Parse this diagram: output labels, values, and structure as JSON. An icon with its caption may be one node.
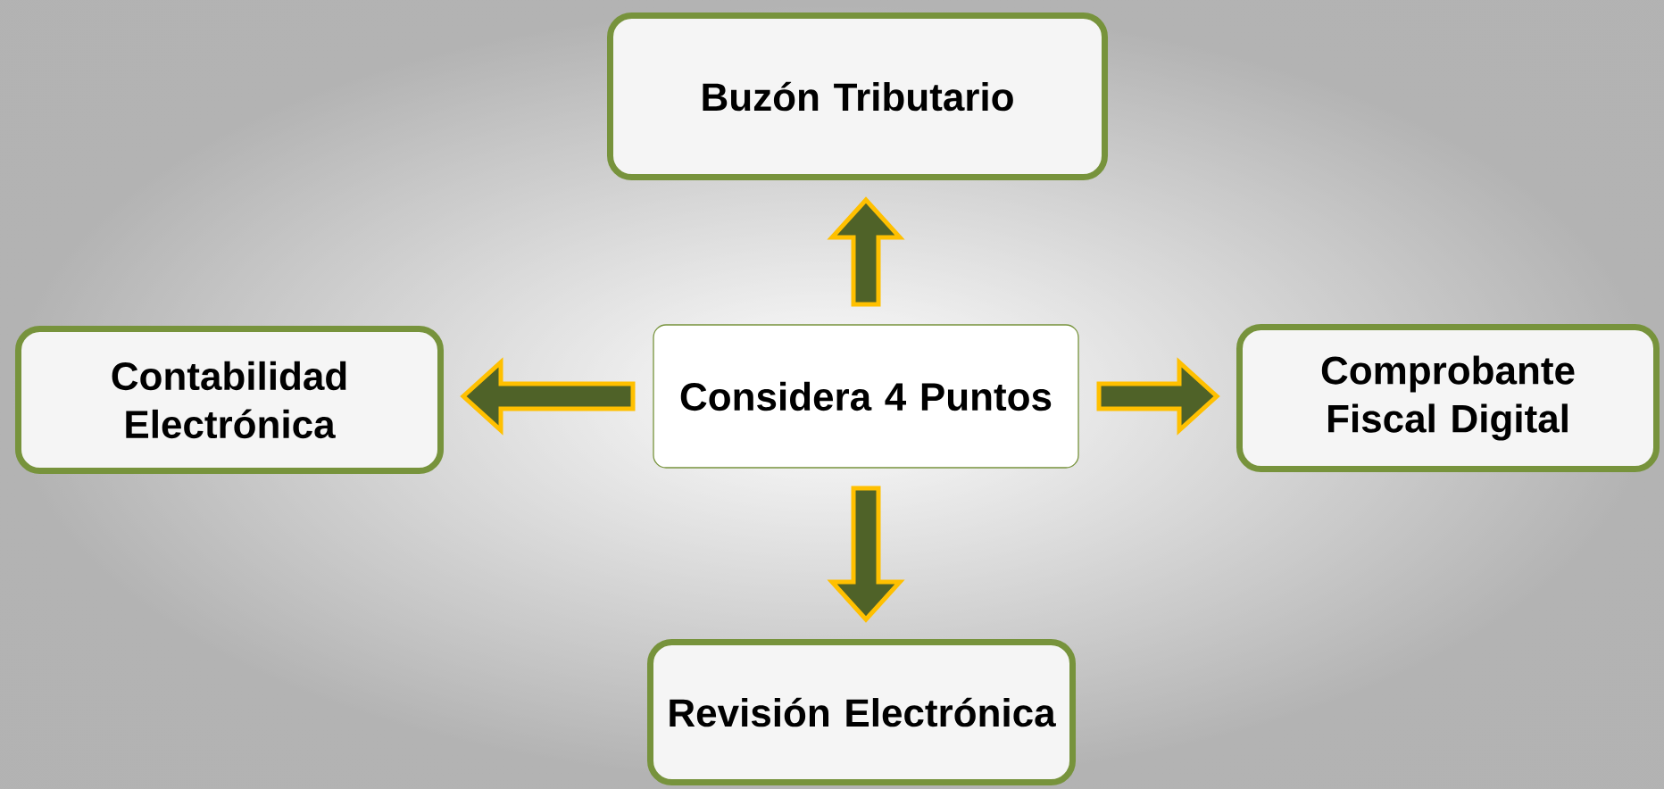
{
  "diagram": {
    "nodes": [
      {
        "text": [
          "Buzón Tributario"
        ]
      },
      {
        "text": [
          "Contabilidad Electrónica"
        ]
      },
      {
        "text": [
          "Considera 4 Puntos"
        ]
      },
      {
        "text": [
          "Comprobante Fiscal Digital"
        ]
      },
      {
        "text": [
          "Revisión Electrónica"
        ]
      }
    ],
    "edges": [
      {
        "from": 2,
        "to": 0,
        "arrow": "to"
      },
      {
        "from": 2,
        "to": 1,
        "arrow": "to"
      },
      {
        "from": 2,
        "to": 3,
        "arrow": "to"
      },
      {
        "from": 2,
        "to": 4,
        "arrow": "to"
      }
    ]
  }
}
